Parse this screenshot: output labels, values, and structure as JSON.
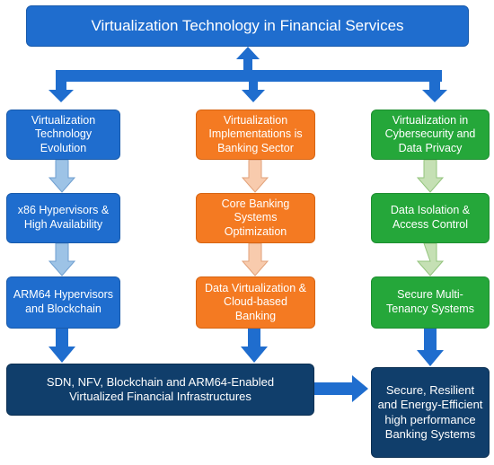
{
  "title": "Virtualization Technology in Financial Services",
  "columns": [
    {
      "header": "Virtualization Technology Evolution",
      "steps": [
        "x86 Hypervisors & High Availability",
        "ARM64 Hypervisors and Blockchain"
      ]
    },
    {
      "header": "Virtualization Implementations is Banking Sector",
      "steps": [
        "Core Banking Systems Optimization",
        "Data Virtualization & Cloud-based Banking"
      ]
    },
    {
      "header": "Virtualization in Cybersecurity and Data Privacy",
      "steps": [
        "Data Isolation & Access Control",
        "Secure Multi-Tenancy Systems"
      ]
    }
  ],
  "bottom": {
    "infrastructure": "SDN, NFV, Blockchain and ARM64-Enabled Virtualized Financial Infrastructures",
    "outcome": "Secure, Resilient and Energy-Efficient high performance Banking Systems"
  },
  "colors": {
    "blue": "#1f6dce",
    "light_blue_arrow": "#9dc3e6",
    "orange": "#f47a22",
    "light_orange_arrow": "#f8cbad",
    "green": "#25a73a",
    "light_green_arrow": "#c5e0b4",
    "navy": "#103e6b"
  }
}
